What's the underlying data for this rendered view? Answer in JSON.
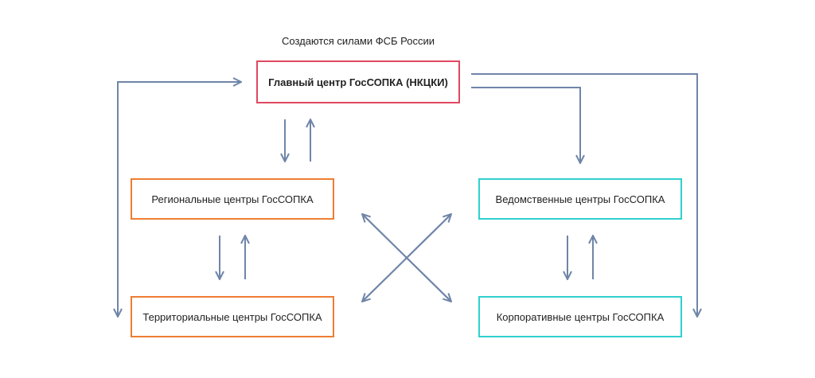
{
  "caption": "Создаются силами ФСБ России",
  "nodes": {
    "main": "Главный центр ГосСОПКА (НКЦКИ)",
    "regional": "Региональные центры ГосСОПКА",
    "territorial": "Территориальные центры ГосСОПКА",
    "departmental": "Ведомственные центры ГосСОПКА",
    "corporate": "Корпоративные центры ГосСОПКА"
  },
  "colors": {
    "main_border": "#e0485f",
    "regional_border": "#ee7d32",
    "departmental_border": "#2fd0cf",
    "arrow": "#6f85a8"
  }
}
